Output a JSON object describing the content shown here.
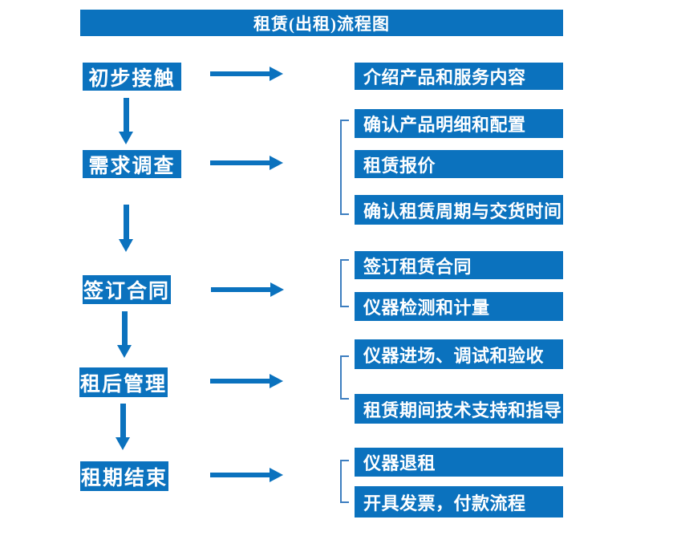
{
  "title": "租赁(出租)流程图",
  "colors": {
    "primary_blue": "#0b72be",
    "bracket_blue": "#3d7ec0",
    "text_white": "#ffffff",
    "background": "#ffffff"
  },
  "flow": [
    {
      "step": "初步接触",
      "details": [
        "介绍产品和服务内容"
      ]
    },
    {
      "step": "需求调查",
      "details": [
        "确认产品明细和配置",
        "租赁报价",
        "确认租赁周期与交货时间"
      ]
    },
    {
      "step": "签订合同",
      "details": [
        "签订租赁合同",
        "仪器检测和计量"
      ]
    },
    {
      "step": "租后管理",
      "details": [
        "仪器进场、调试和验收",
        "租赁期间技术支持和指导"
      ]
    },
    {
      "step": "租期结束",
      "details": [
        "仪器退租",
        "开具发票，付款流程"
      ]
    }
  ]
}
